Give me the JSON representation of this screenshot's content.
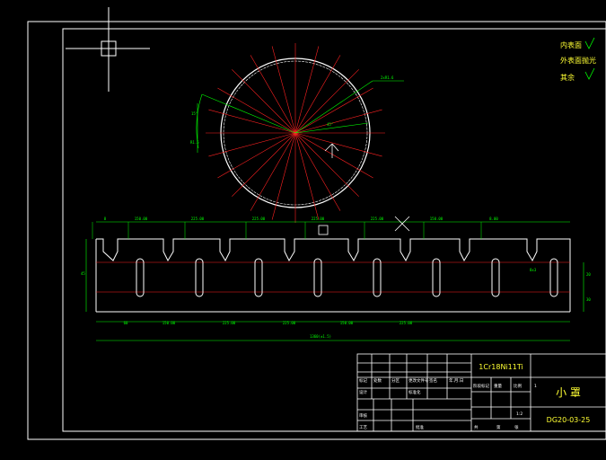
{
  "drawing": {
    "background": "#000000",
    "colors": {
      "border": "#ffffff",
      "dimension": "#00ff00",
      "centerline": "#ff2222",
      "part_outline": "#ffffff",
      "title_text": "#ffff33",
      "cursor": "#ffffff"
    }
  },
  "surface_notes": {
    "line1": "内表面",
    "line2": "外表面抛光",
    "line3": "其余"
  },
  "top_view": {
    "dims": {
      "d1": "2xR1.6",
      "d2": "45°",
      "d3": "15°",
      "d4": "R1.5"
    }
  },
  "front_view": {
    "top_dims": [
      "8",
      "150.00",
      "225.00",
      "225.00",
      "225.00",
      "225.00",
      "150.00",
      "8.00"
    ],
    "bottom_dims": [
      "60",
      "150.00",
      "225.00",
      "225.00",
      "150.00",
      "225.00"
    ],
    "overall": "1360(±1.5)",
    "left_dim": "45",
    "right_dims": [
      "20",
      "30"
    ],
    "slot_label": "8x3"
  },
  "title_block": {
    "material": "1Cr18Ni11Ti",
    "part_name": "小 罩",
    "drawing_no": "DG20-03-25",
    "cells": {
      "mark": "标记",
      "count": "处数",
      "zone": "分区",
      "change_doc": "更改文件号",
      "sign": "签名",
      "date": "年.月.日",
      "design": "设计",
      "standardize": "标准化",
      "review": "审核",
      "process": "工艺",
      "approve": "批准",
      "stage_mark": "阶段标记",
      "weight": "重量",
      "scale": "比例",
      "scale_value": "1:2",
      "sheets_total": "共",
      "sheet_no": "第",
      "sheets": "张",
      "one": "1"
    }
  }
}
